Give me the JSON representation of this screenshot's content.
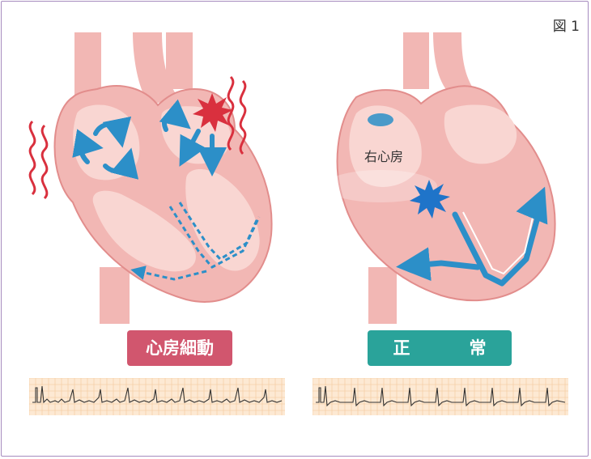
{
  "figure_label": "図 1",
  "panels": [
    {
      "badge": "心房細動",
      "color": "#d1566e"
    },
    {
      "badge": "正　常",
      "color": "#2aa39a",
      "chamber_label": "右心房"
    }
  ],
  "colors": {
    "frame": "#a68bbf",
    "heart": "#f2b7b4",
    "heart_dark": "#e28d8c",
    "heart_light": "#f9d6d2",
    "arrow": "#2c8fc8",
    "spark_af": "#d9303e",
    "spark_normal": "#1f74c9",
    "ecg_grid": "#f4c89a",
    "ecg_bg": "#fde9d3"
  },
  "icons": [
    "swirl-arrow-icon",
    "starburst-icon",
    "wavy-line-icon"
  ]
}
